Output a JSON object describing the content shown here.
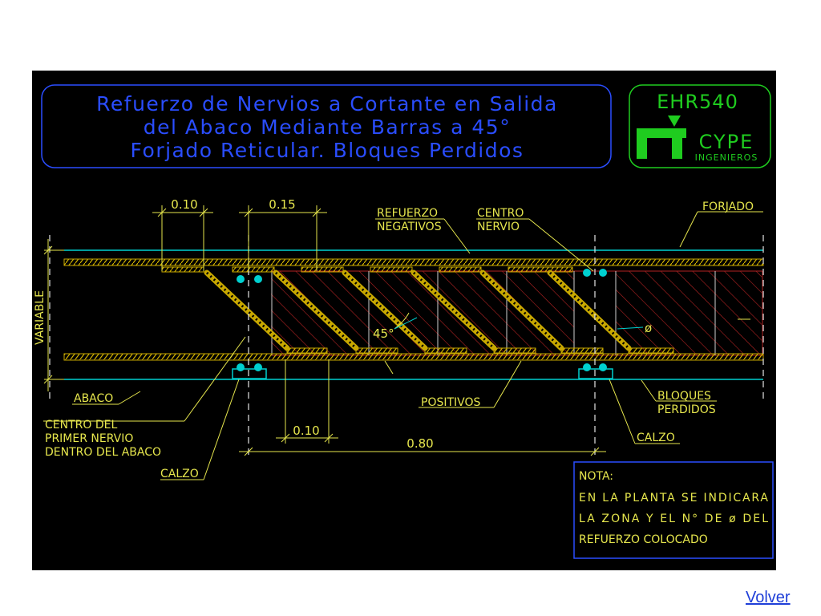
{
  "drawing": {
    "title_lines": [
      "Refuerzo de Nervios a Cortante en Salida",
      "del Abaco Mediante Barras a 45°",
      "Forjado Reticular. Bloques Perdidos"
    ],
    "code": "EHR540",
    "brand": "CYPE",
    "brand_sub": "INGENIEROS",
    "dims": {
      "top_left": "0.10",
      "top_mid": "0.15",
      "bottom_small": "0.10",
      "bottom_long": "0.80",
      "side": "VARIABLE",
      "angle": "45°",
      "diameter": "ø"
    },
    "labels": {
      "refuerzo_1": "REFUERZO",
      "refuerzo_2": "NEGATIVOS",
      "centro_1": "CENTRO",
      "centro_2": "NERVIO",
      "forjado": "FORJADO",
      "abaco": "ABACO",
      "centro_del_1": "CENTRO DEL",
      "centro_del_2": "PRIMER NERVIO",
      "centro_del_3": "DENTRO DEL ABACO",
      "calzo_left": "CALZO",
      "positivos": "POSITIVOS",
      "bloques_1": "BLOQUES",
      "bloques_2": "PERDIDOS",
      "calzo_right": "CALZO"
    },
    "note": {
      "heading": "NOTA:",
      "lines": [
        "EN LA PLANTA SE INDICARA",
        "LA ZONA Y EL N° DE ø DEL",
        "REFUERZO COLOCADO"
      ]
    }
  },
  "footer": {
    "back_link": "Volver"
  },
  "colors": {
    "background": "#000000",
    "title": "#2a4dff",
    "logo": "#1fcc1f",
    "annotation": "#e6e64d",
    "cyan": "#00d0d0",
    "hatch": "#b22222",
    "rebar": "#c8a800"
  }
}
